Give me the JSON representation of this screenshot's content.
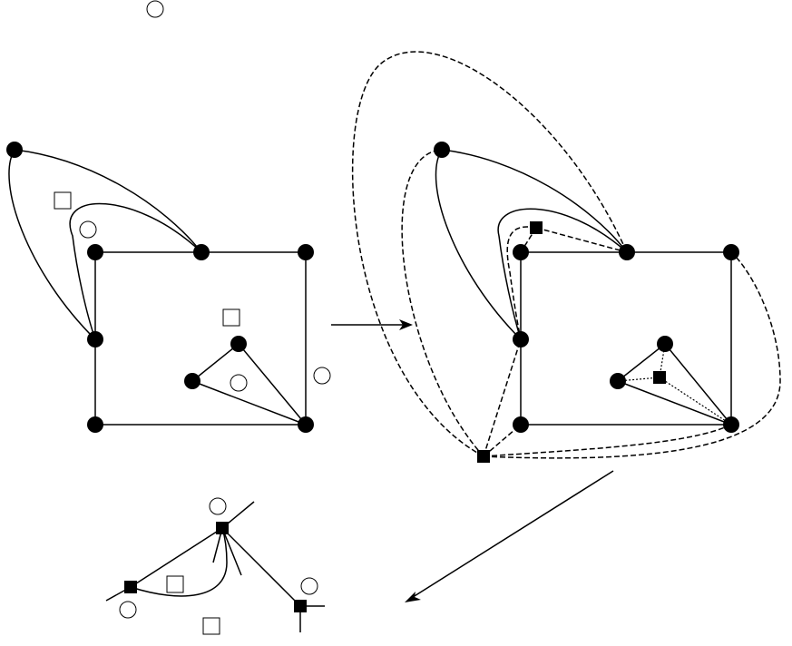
{
  "diagram": {
    "marker_color": "#000000",
    "background": "#ffffff",
    "symbols": {
      "filled_vertex": "filled-circle",
      "face_vertex": "filled-square",
      "open_circle": "open-circle",
      "open_square": "open-square"
    },
    "panels": [
      {
        "id": "input-graph",
        "description_icon": "plane-graph"
      },
      {
        "id": "augmented-graph",
        "description_icon": "plane-graph-with-face-vertices"
      },
      {
        "id": "local-configuration",
        "description_icon": "local-structure"
      }
    ]
  }
}
